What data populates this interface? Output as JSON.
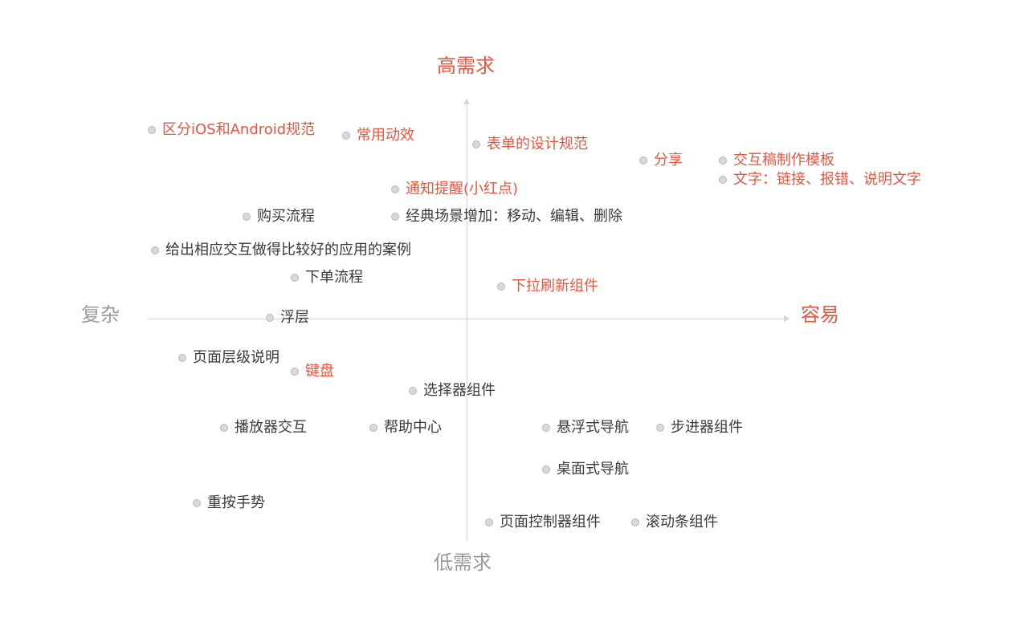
{
  "axes": {
    "top": "高需求",
    "bottom": "低需求",
    "left": "复杂",
    "right": "容易"
  },
  "colors": {
    "accent": "#e8553e",
    "text": "#3a3a3a",
    "axis_label_gray": "#9a9a9a",
    "axis_line": "#d6d6d6",
    "dot": "#d9d9d9"
  },
  "items": [
    {
      "label": "区分iOS和Android规范",
      "highlight": true
    },
    {
      "label": "常用动效",
      "highlight": true
    },
    {
      "label": "表单的设计规范",
      "highlight": true
    },
    {
      "label": "分享",
      "highlight": true
    },
    {
      "label": "交互稿制作模板",
      "highlight": true
    },
    {
      "label": "文字：链接、报错、说明文字",
      "highlight": true
    },
    {
      "label": "通知提醒(小红点)",
      "highlight": true
    },
    {
      "label": "购买流程",
      "highlight": false
    },
    {
      "label": "经典场景增加：移动、编辑、删除",
      "highlight": false
    },
    {
      "label": "给出相应交互做得比较好的应用的案例",
      "highlight": false
    },
    {
      "label": "下单流程",
      "highlight": false
    },
    {
      "label": "下拉刷新组件",
      "highlight": true
    },
    {
      "label": "浮层",
      "highlight": false
    },
    {
      "label": "页面层级说明",
      "highlight": false
    },
    {
      "label": "键盘",
      "highlight": true
    },
    {
      "label": "选择器组件",
      "highlight": false
    },
    {
      "label": "播放器交互",
      "highlight": false
    },
    {
      "label": "帮助中心",
      "highlight": false
    },
    {
      "label": "悬浮式导航",
      "highlight": false
    },
    {
      "label": "步进器组件",
      "highlight": false
    },
    {
      "label": "桌面式导航",
      "highlight": false
    },
    {
      "label": "重按手势",
      "highlight": false
    },
    {
      "label": "页面控制器组件",
      "highlight": false
    },
    {
      "label": "滚动条组件",
      "highlight": false
    }
  ]
}
